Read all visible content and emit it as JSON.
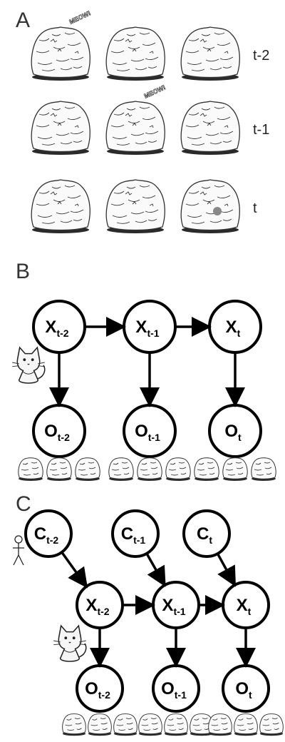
{
  "panels": {
    "a": {
      "label": "A",
      "rows": [
        {
          "time": "t-2",
          "meow": "MEOW!",
          "meow_at": 0,
          "cat_in": -1
        },
        {
          "time": "t-1",
          "meow": "MEOW!",
          "meow_at": 1,
          "cat_in": -1
        },
        {
          "time": "t",
          "meow": "",
          "meow_at": -1,
          "cat_in": 2
        }
      ]
    },
    "b": {
      "label": "B",
      "x_nodes": [
        {
          "main": "X",
          "sub": "t-2"
        },
        {
          "main": "X",
          "sub": "t-1"
        },
        {
          "main": "X",
          "sub": "t"
        }
      ],
      "o_nodes": [
        {
          "main": "O",
          "sub": "t-2"
        },
        {
          "main": "O",
          "sub": "t-1"
        },
        {
          "main": "O",
          "sub": "t"
        }
      ]
    },
    "c": {
      "label": "C",
      "c_nodes": [
        {
          "main": "C",
          "sub": "t-2"
        },
        {
          "main": "C",
          "sub": "t-1"
        },
        {
          "main": "C",
          "sub": "t"
        }
      ],
      "x_nodes": [
        {
          "main": "X",
          "sub": "t-2"
        },
        {
          "main": "X",
          "sub": "t-1"
        },
        {
          "main": "X",
          "sub": "t"
        }
      ],
      "o_nodes": [
        {
          "main": "O",
          "sub": "t-2"
        },
        {
          "main": "O",
          "sub": "t-1"
        },
        {
          "main": "O",
          "sub": "t"
        }
      ]
    }
  }
}
